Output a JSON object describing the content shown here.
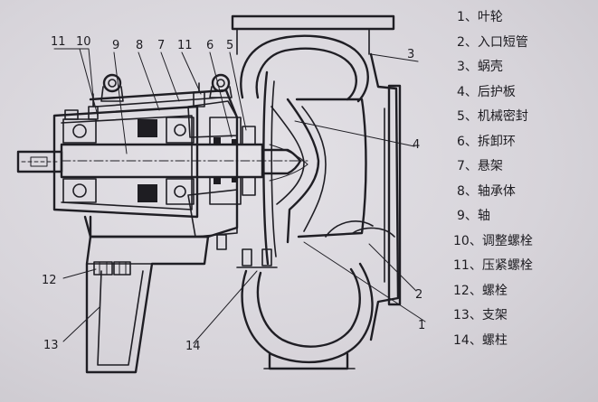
{
  "callouts": {
    "c11a": "11",
    "c10": "10",
    "c9": "9",
    "c8": "8",
    "c7": "7",
    "c11b": "11",
    "c6": "6",
    "c5": "5",
    "c3": "3",
    "c4": "4",
    "c2": "2",
    "c1": "1",
    "c12": "12",
    "c13": "13",
    "c14": "14"
  },
  "legend": [
    {
      "num": "1、",
      "label": "叶轮"
    },
    {
      "num": "2、",
      "label": "入口短管"
    },
    {
      "num": "3、",
      "label": "蜗壳"
    },
    {
      "num": "4、",
      "label": "后护板"
    },
    {
      "num": "5、",
      "label": "机械密封"
    },
    {
      "num": "6、",
      "label": "拆卸环"
    },
    {
      "num": "7、",
      "label": "悬架"
    },
    {
      "num": "8、",
      "label": "轴承体"
    },
    {
      "num": "9、",
      "label": "轴"
    },
    {
      "num": "10、",
      "label": "调整螺栓"
    },
    {
      "num": "11、",
      "label": "压紧螺栓"
    },
    {
      "num": "12、",
      "label": "螺栓"
    },
    {
      "num": "13、",
      "label": "支架"
    },
    {
      "num": "14、",
      "label": "螺柱"
    }
  ]
}
